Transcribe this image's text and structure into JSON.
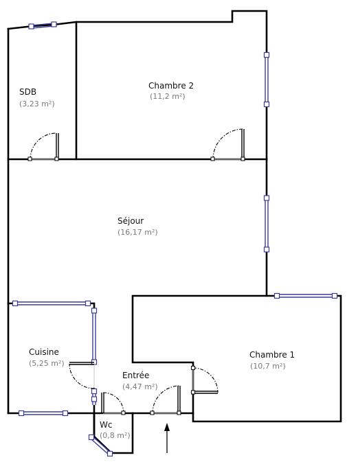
{
  "rooms": {
    "sdb": {
      "name": "SDB",
      "area": "(3,23 m²)"
    },
    "chambre2": {
      "name": "Chambre 2",
      "area": "(11,2 m²)"
    },
    "sejour": {
      "name": "Séjour",
      "area": "(16,17 m²)"
    },
    "cuisine": {
      "name": "Cuisine",
      "area": "(5,25 m²)"
    },
    "entree": {
      "name": "Entrée",
      "area": "(4,47 m²)"
    },
    "chambre1": {
      "name": "Chambre 1",
      "area": "(10,7 m²)"
    },
    "wc": {
      "name": "Wc",
      "area": "(0,8 m²)"
    }
  },
  "colors": {
    "wall": "#000000",
    "window": "#3a3a9a",
    "area_text": "#7a7a7a"
  },
  "icons": {
    "entrance": "arrow-up-icon"
  }
}
